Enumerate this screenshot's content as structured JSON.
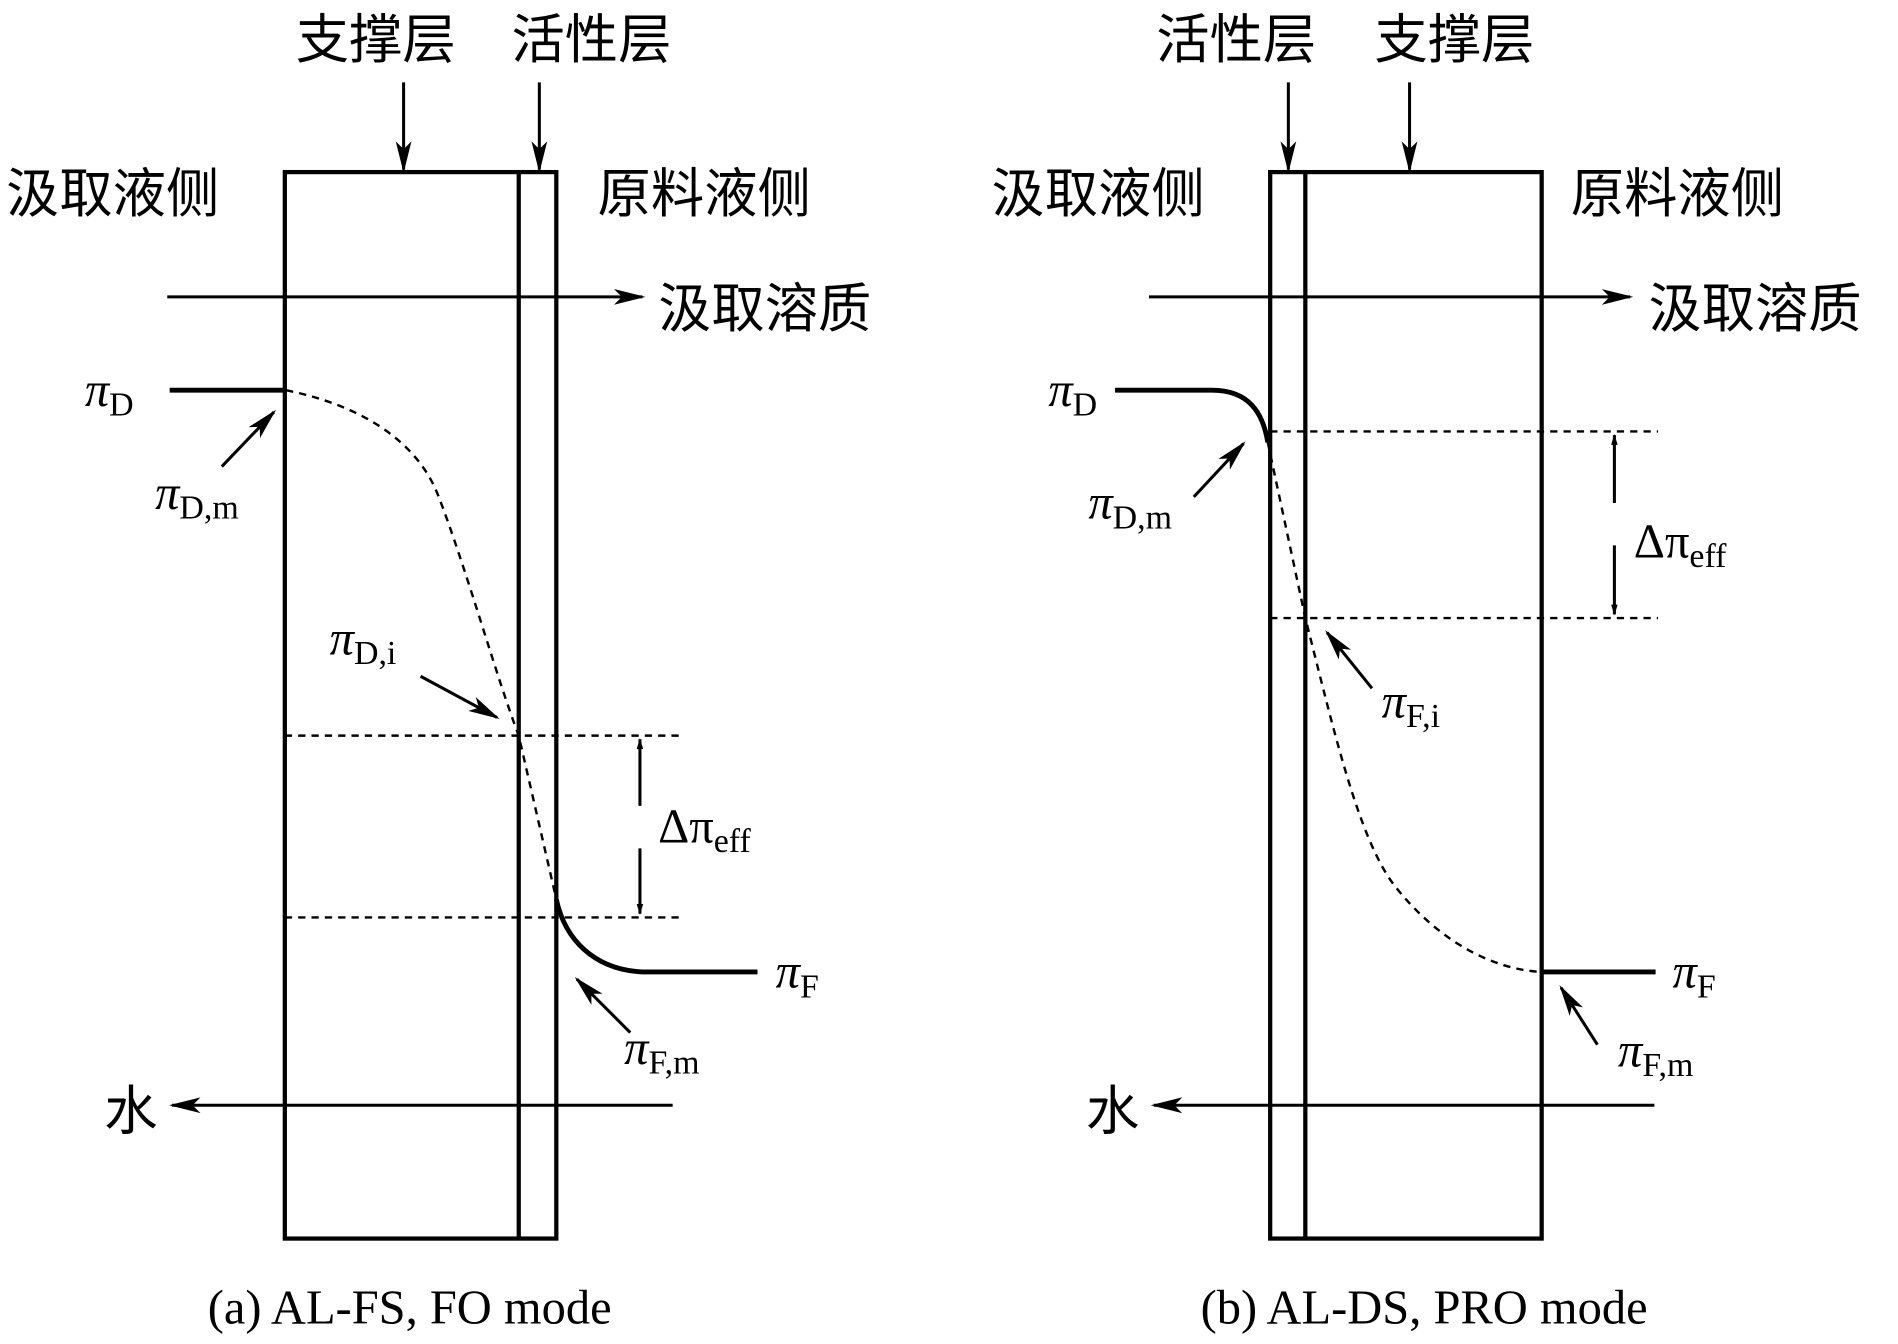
{
  "panel_a": {
    "support_layer": "支撑层",
    "active_layer": "活性层",
    "draw_side": "汲取液侧",
    "feed_side": "原料液侧",
    "draw_solute": "汲取溶质",
    "water": "水",
    "pi": "π",
    "sub_D": "D",
    "sub_Dm": "D,m",
    "sub_Di": "D,i",
    "sub_F": "F",
    "sub_Fm": "F,m",
    "delta_pi": "Δπ",
    "sub_eff": "eff",
    "caption": "(a) AL-FS, FO mode"
  },
  "panel_b": {
    "support_layer": "支撑层",
    "active_layer": "活性层",
    "draw_side": "汲取液侧",
    "feed_side": "原料液侧",
    "draw_solute": "汲取溶质",
    "water": "水",
    "pi": "π",
    "sub_D": "D",
    "sub_Dm": "D,m",
    "sub_Fi": "F,i",
    "sub_F": "F",
    "sub_Fm": "F,m",
    "delta_pi": "Δπ",
    "sub_eff": "eff",
    "caption": "(b) AL-DS, PRO mode"
  }
}
